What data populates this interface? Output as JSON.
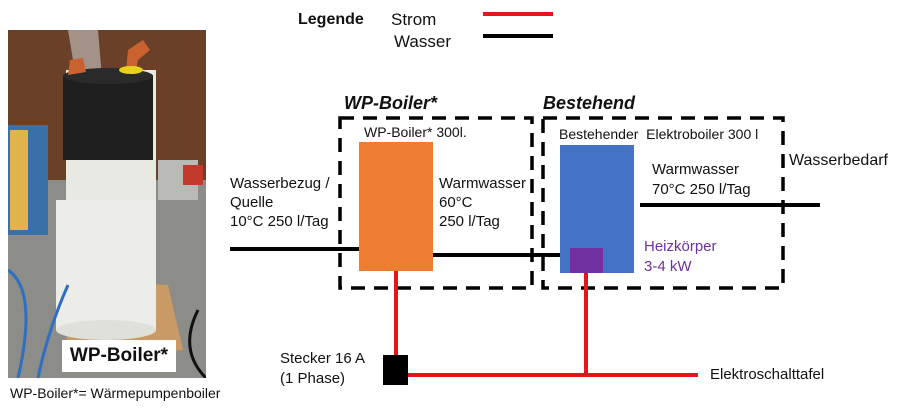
{
  "legend": {
    "title": "Legende",
    "items": [
      {
        "label": "Strom",
        "color": "#e8141b"
      },
      {
        "label": "Wasser",
        "color": "#000000"
      }
    ]
  },
  "photo": {
    "caption": "WP-Boiler*",
    "footnote": "WP-Boiler*= Wärmepumpenboiler"
  },
  "groups": {
    "wp_boiler": {
      "title": "WP-Boiler*",
      "label": "WP-Boiler* 300l.",
      "color": "#ed7d31"
    },
    "bestehend": {
      "title": "Bestehend",
      "label": "Bestehender  Elektroboiler 300 l",
      "color": "#4472c4",
      "heater": {
        "line1": "Heizkörper",
        "line2": "3-4 kW",
        "color": "#7030a0"
      }
    }
  },
  "labels": {
    "source": [
      "Wasserbezug /",
      "Quelle",
      "10°C 250 l/Tag"
    ],
    "warm_wp": [
      "Warmwasser",
      "60°C",
      "250 l/Tag"
    ],
    "warm_existing": [
      "Warmwasser",
      "70°C 250 l/Tag"
    ],
    "demand": "Wasserbedarf",
    "plug": [
      "Stecker 16 A",
      "(1 Phase)"
    ],
    "panel": "Elektroschalttafel"
  }
}
